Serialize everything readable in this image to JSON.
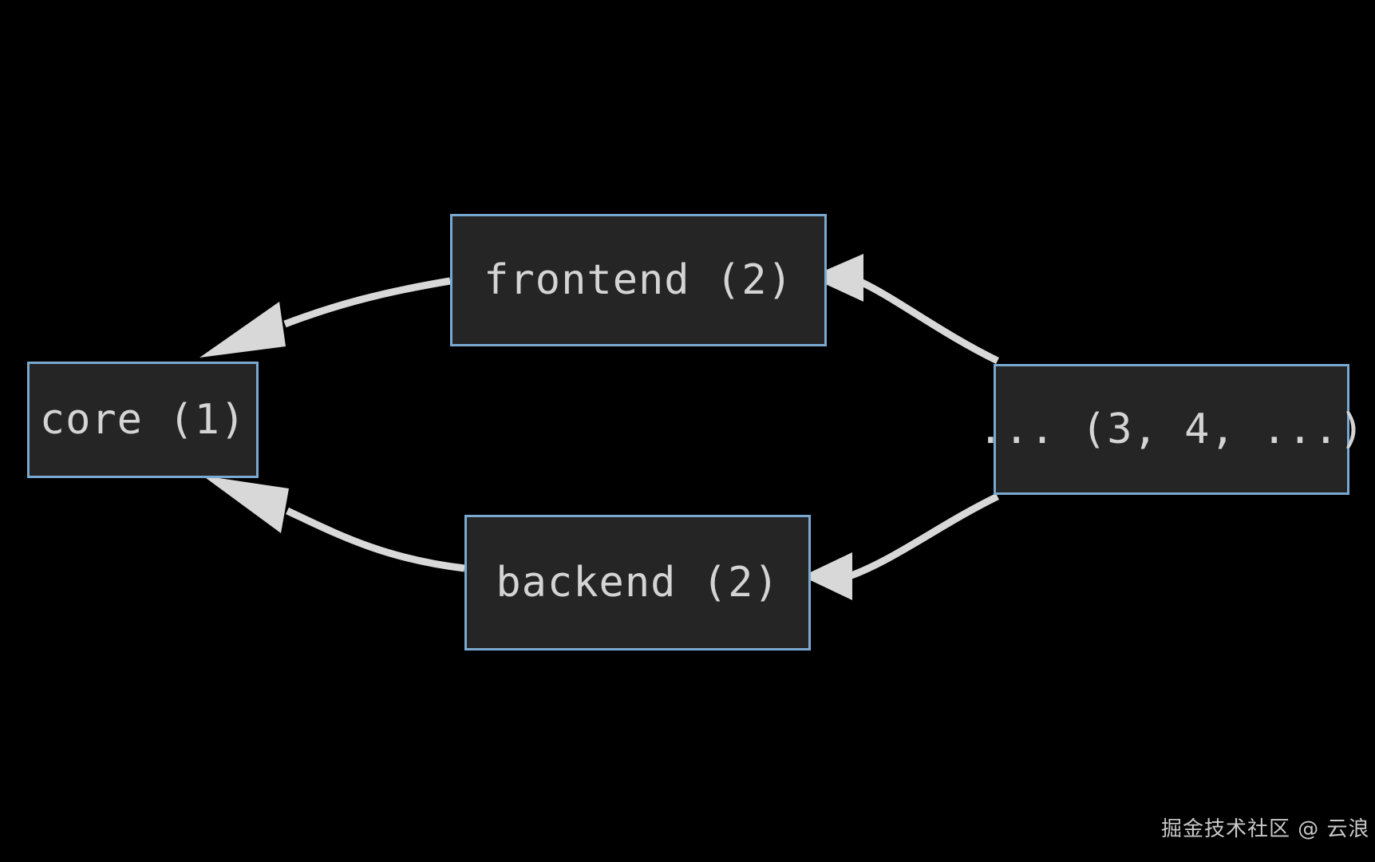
{
  "diagram": {
    "type": "dependency-graph",
    "background_color": "#000000",
    "node_fill_color": "#252526",
    "node_border_color": "#79a9d1",
    "node_text_color": "#d4d4d4",
    "edge_color": "#d8d8d8",
    "nodes": [
      {
        "id": "core",
        "label": "core (1)"
      },
      {
        "id": "frontend",
        "label": "frontend (2)"
      },
      {
        "id": "backend",
        "label": "backend (2)"
      },
      {
        "id": "others",
        "label": "... (3, 4, ...)"
      }
    ],
    "edges": [
      {
        "from": "frontend",
        "to": "core",
        "arrow": "to"
      },
      {
        "from": "backend",
        "to": "core",
        "arrow": "to"
      },
      {
        "from": "others",
        "to": "frontend",
        "arrow": "to"
      },
      {
        "from": "others",
        "to": "backend",
        "arrow": "to"
      }
    ]
  },
  "watermark": {
    "text": "掘金技术社区 @ 云浪"
  }
}
